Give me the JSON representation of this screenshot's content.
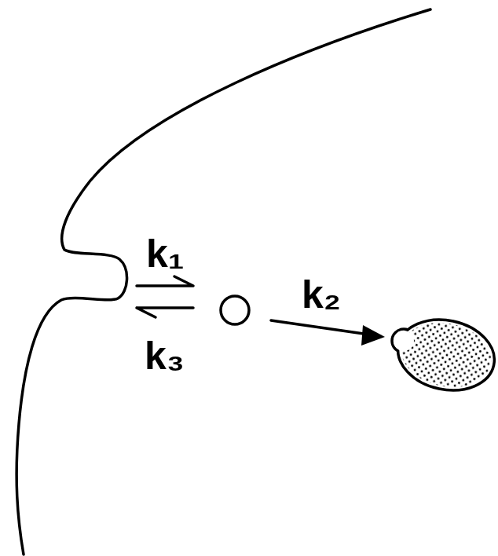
{
  "diagram": {
    "labels": [
      "k₁",
      "k₃",
      "k₂"
    ]
  }
}
